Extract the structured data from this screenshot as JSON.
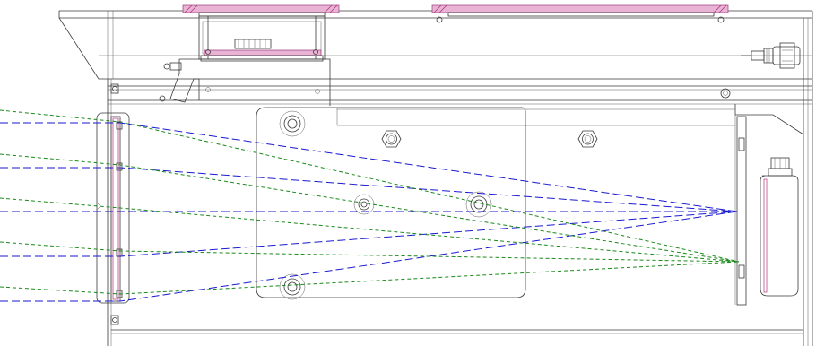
{
  "colors": {
    "background": "#ffffff",
    "linework": "#3a3a3a",
    "blue_rays": "#1a1ad0",
    "green_rays": "#1a8a1a",
    "hatch_pink": "#b0307a"
  },
  "rays": {
    "blue_count": 5,
    "green_count": 5,
    "style": "dashed"
  }
}
